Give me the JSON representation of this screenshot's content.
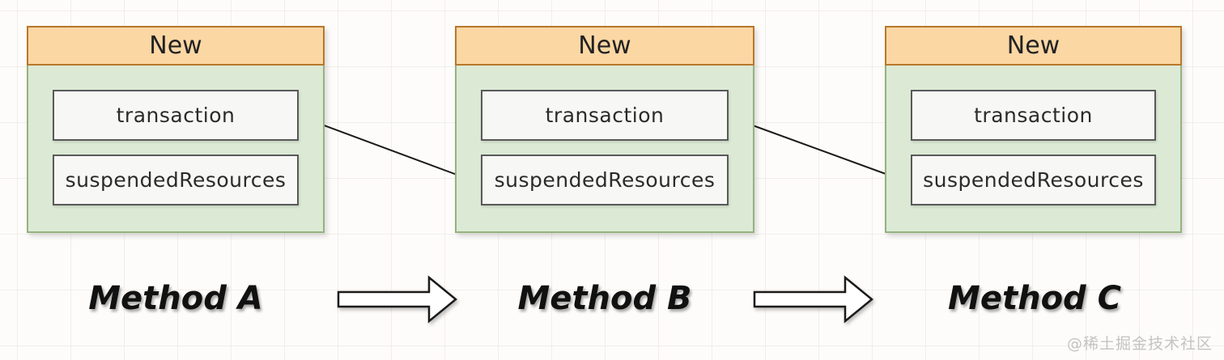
{
  "colors": {
    "header_fill": "#FBD7A4",
    "header_border": "#B8782B",
    "body_fill": "#DCEAD5",
    "body_border": "#95B27F",
    "field_fill": "#F7F7F5",
    "field_border": "#595959",
    "arrow_color": "#1A1A1A",
    "watermark_color": "#C5C3C1"
  },
  "boxes": [
    {
      "title": "New",
      "fields": [
        {
          "label": "transaction"
        },
        {
          "label": "suspendedResources"
        }
      ]
    },
    {
      "title": "New",
      "fields": [
        {
          "label": "transaction"
        },
        {
          "label": "suspendedResources"
        }
      ]
    },
    {
      "title": "New",
      "fields": [
        {
          "label": "transaction"
        },
        {
          "label": "suspendedResources"
        }
      ]
    }
  ],
  "method_labels": [
    {
      "label": "Method A"
    },
    {
      "label": "Method B"
    },
    {
      "label": "Method C"
    }
  ],
  "connections": [
    {
      "from": "method-b.suspendedResources",
      "to": "method-a.transaction"
    },
    {
      "from": "method-c.suspendedResources",
      "to": "method-b.transaction"
    }
  ],
  "watermark": "@稀土掘金技术社区"
}
